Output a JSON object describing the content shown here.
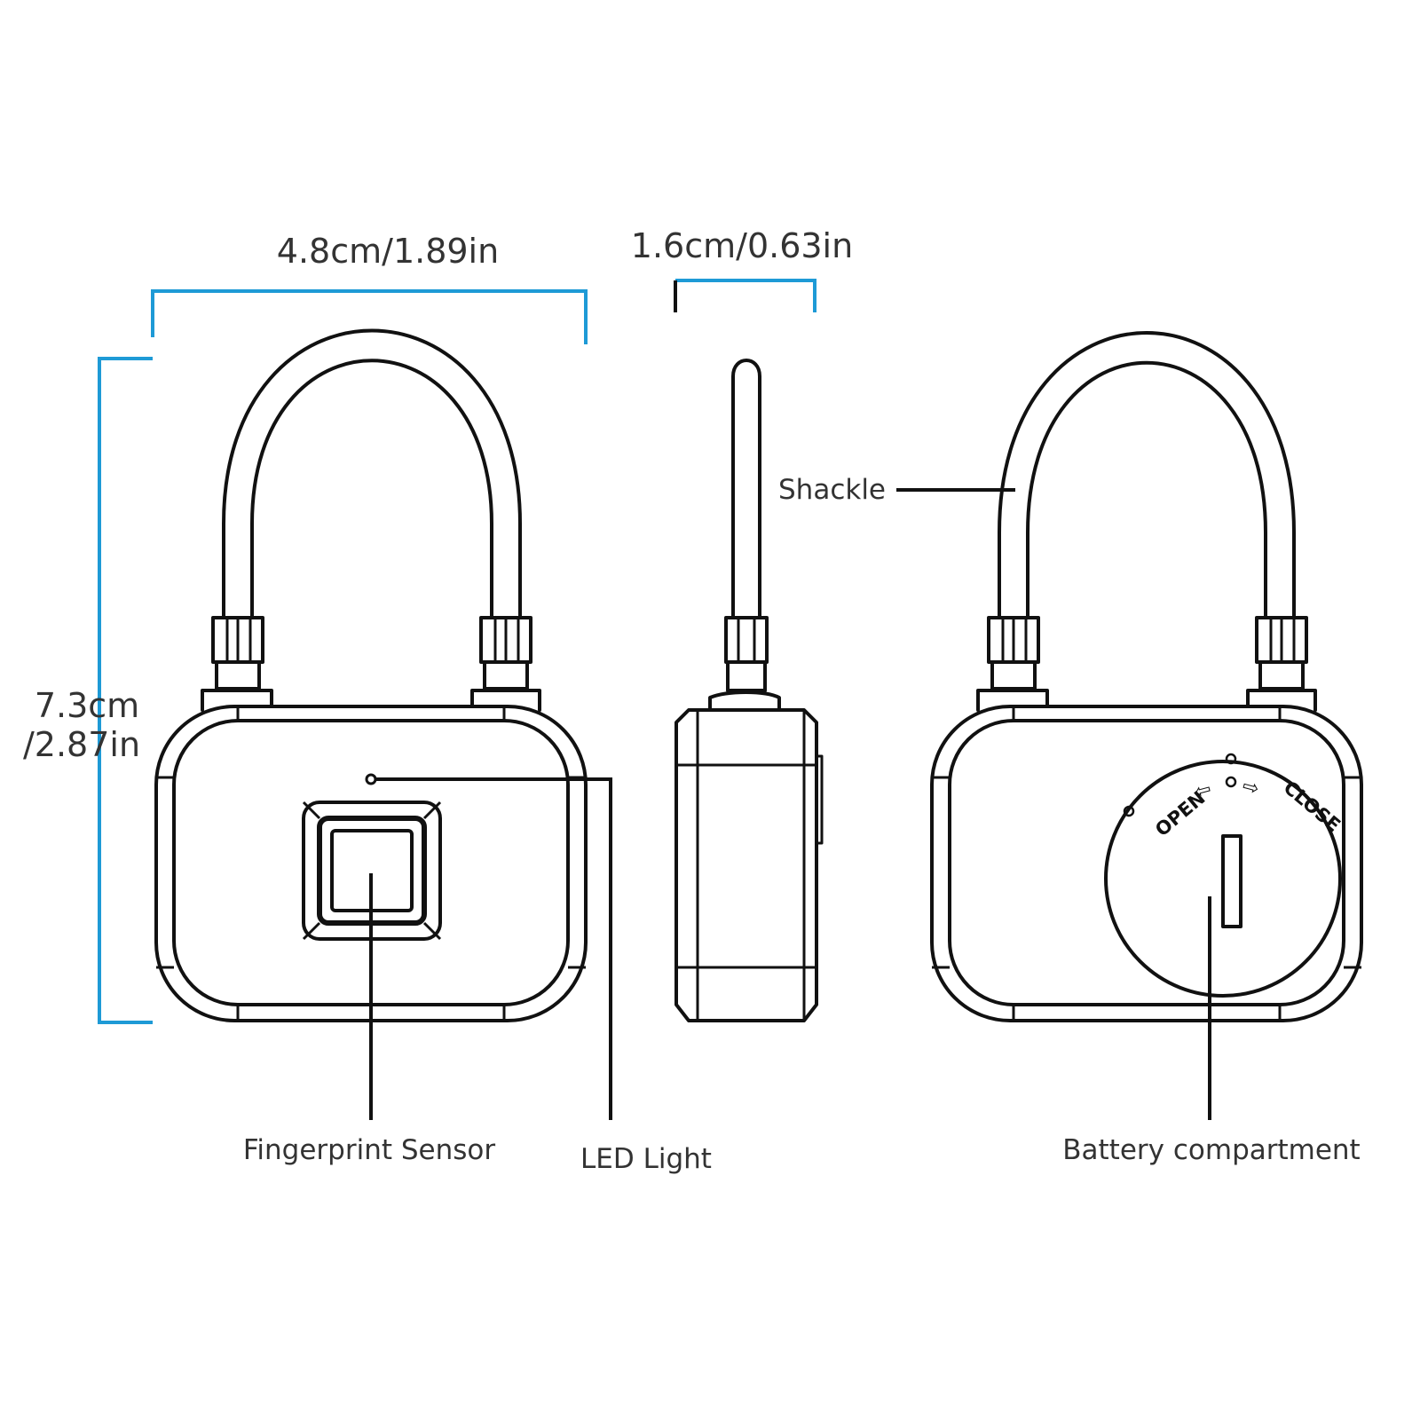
{
  "colors": {
    "dimension_line": "#1e9ad6",
    "ink": "#111111",
    "text": "#333333"
  },
  "dimensions": {
    "width": "4.8cm/1.89in",
    "depth": "1.6cm/0.63in",
    "height_cm": "7.3cm",
    "height_in": "/2.87in"
  },
  "callouts": {
    "shackle": "Shackle",
    "fingerprint_sensor": "Fingerprint Sensor",
    "led_light": "LED Light",
    "battery_compartment": "Battery compartment"
  },
  "battery_cover": {
    "open": "OPEN",
    "close": "CLOSE"
  }
}
